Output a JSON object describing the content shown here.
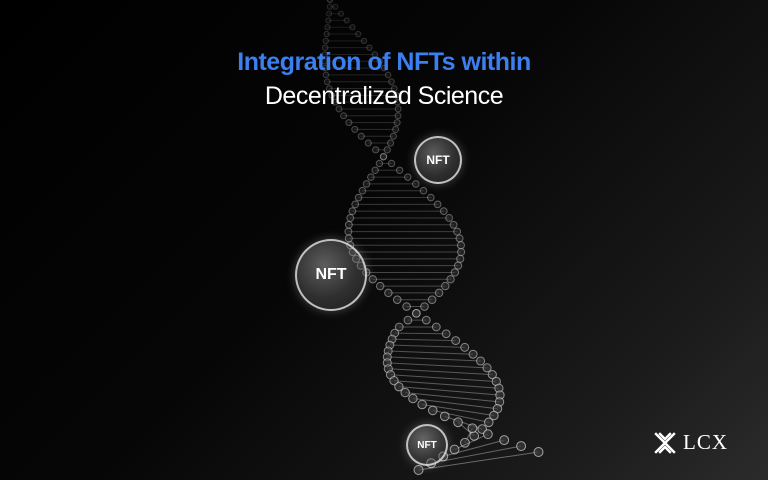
{
  "title": {
    "line1": "Integration of  NFTs within",
    "line2": "Decentralized Science"
  },
  "bubbles": [
    {
      "label": "NFT"
    },
    {
      "label": "NFT"
    },
    {
      "label": "NFT"
    }
  ],
  "logo": {
    "text": "LCX"
  },
  "colors": {
    "accent": "#3b7ff0",
    "text": "#ffffff"
  }
}
